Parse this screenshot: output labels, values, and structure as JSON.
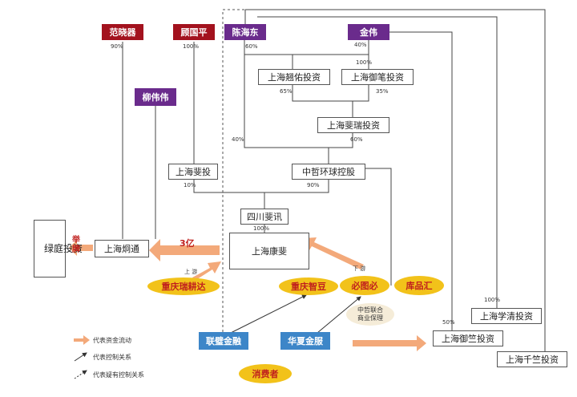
{
  "persons": {
    "fan": "范晓器",
    "gu": "顾国平",
    "chen": "陈海东",
    "jin": "金伟",
    "liu": "柳伟伟"
  },
  "companies": {
    "lvting": "绿庭投资",
    "tongtong": "上海炯通",
    "feitou": "上海斐投",
    "huiyou": "上海翘佑投资",
    "yubi": "上海御笔投资",
    "feirui": "上海斐瑞投资",
    "zhongzhe": "中哲环球控股",
    "sichuan": "四川斐讯",
    "kangfei": "上海康斐",
    "xueqing": "上海学清投资",
    "yuzhu": "上海御竺投资",
    "qianzhu": "上海千竺投资"
  },
  "ellipses": {
    "ruiye": "重庆瑞耕达",
    "zhidou": "重庆智豆",
    "bitu": "必图必",
    "kupin": "库品汇"
  },
  "alliance": [
    "中哲联合",
    "商业保理"
  ],
  "finance": {
    "lianbi": "联璧金融",
    "huaxia": "华夏金服"
  },
  "consumer": "消费者",
  "percentages": {
    "fan": "90%",
    "gu": "100%",
    "chen": "60%",
    "jin_top": "40%",
    "jin_yubi": "100%",
    "huiyou": "65%",
    "yubi": "35%",
    "feirui": "60%",
    "chen_left": "40%",
    "feitou": "10%",
    "zhongzhe": "90%",
    "sichuan": "100%",
    "xueqing": "100%",
    "yuzhu": "50%"
  },
  "flow_labels": {
    "listing": "举牌",
    "amount": "3亿",
    "up": "上 游",
    "down": "下 游"
  },
  "legend": {
    "capital_flow": "代表资金流动",
    "control": "代表控制关系",
    "suspected_control": "代表疑有控制关系"
  },
  "colors": {
    "red_person": "#a3121e",
    "purple_person": "#6a2b8c",
    "finance_blue": "#3d86c8",
    "ellipse_yellow": "#f2c21a",
    "flow_orange": "#f3a97a",
    "ellipse_text": "#c0201e"
  }
}
